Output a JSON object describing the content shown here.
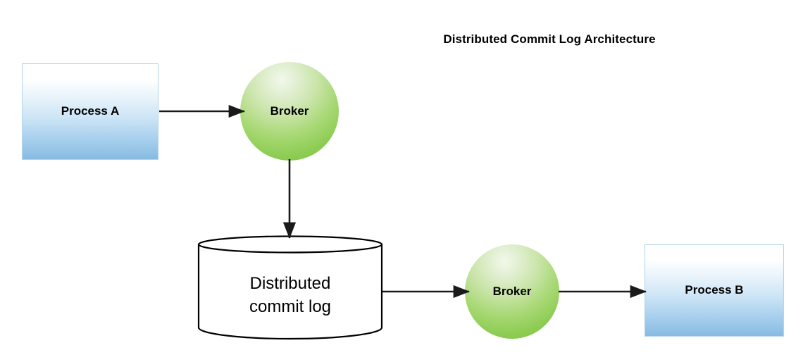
{
  "diagram": {
    "title": "Distributed Commit Log Architecture",
    "background_color": "#ffffff",
    "type": "architecture-flow-diagram",
    "nodes": [
      {
        "id": "process-a",
        "label": "Process A",
        "shape": "rectangle",
        "fill_top_color": "#ffffff",
        "fill_bottom_color": "#87bbe2",
        "border_color": "#b3d4ea",
        "text_color": "#000000"
      },
      {
        "id": "broker-1",
        "label": "Broker",
        "shape": "circle",
        "fill_top_color": "#f2f8ea",
        "fill_bottom_color": "#7cc13e",
        "text_color": "#000000"
      },
      {
        "id": "commit-log-store",
        "label_line_1": "Distributed",
        "label_line_2": "commit log",
        "shape": "cylinder",
        "fill_color": "#ffffff",
        "border_color": "#000000",
        "text_color": "#000000"
      },
      {
        "id": "broker-2",
        "label": "Broker",
        "shape": "circle",
        "fill_top_color": "#f2f8ea",
        "fill_bottom_color": "#7cc13e",
        "text_color": "#000000"
      },
      {
        "id": "process-b",
        "label": "Process B",
        "shape": "rectangle",
        "fill_top_color": "#ffffff",
        "fill_bottom_color": "#87bbe2",
        "border_color": "#b3d4ea",
        "text_color": "#000000"
      }
    ],
    "edges": [
      {
        "id": "edge-process-a-to-broker-1",
        "from": "process-a",
        "to": "broker-1",
        "direction": "right",
        "label": "",
        "color": "#1a1a1a"
      },
      {
        "id": "edge-broker-1-to-commit-log",
        "from": "broker-1",
        "to": "commit-log-store",
        "direction": "down",
        "label": "",
        "color": "#1a1a1a"
      },
      {
        "id": "edge-commit-log-to-broker-2",
        "from": "commit-log-store",
        "to": "broker-2",
        "direction": "right",
        "label": "",
        "color": "#1a1a1a"
      },
      {
        "id": "edge-broker-2-to-process-b",
        "from": "broker-2",
        "to": "process-b",
        "direction": "right",
        "label": "",
        "color": "#1a1a1a"
      }
    ]
  }
}
